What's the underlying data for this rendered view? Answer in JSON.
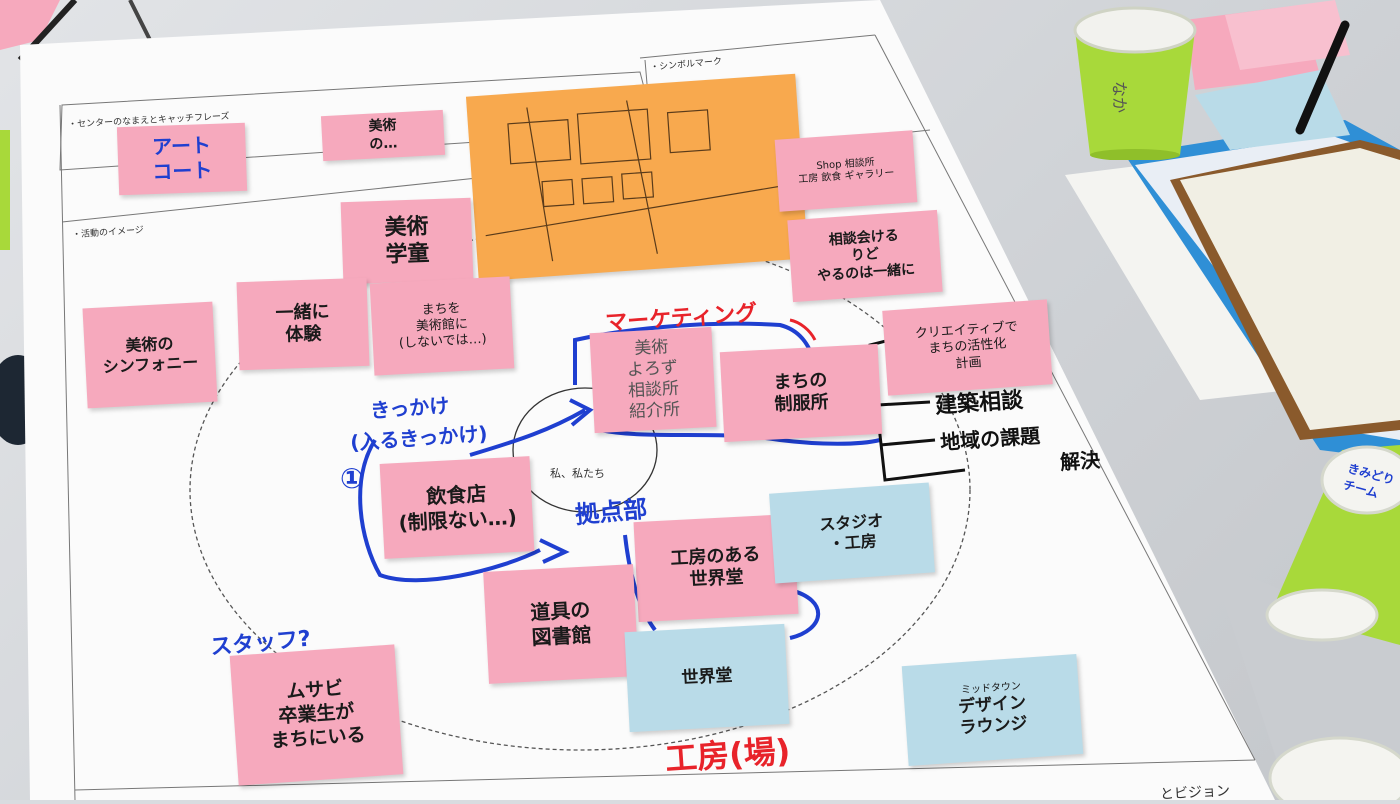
{
  "sections": {
    "symbol_mark": "・シンボルマーク",
    "center_name": "・センターのなまえとキャッチフレーズ",
    "activity_image": "・活動のイメージ",
    "vision_partial": "とビジョン"
  },
  "notes": {
    "art_court": "アート\nコート",
    "bijutsu_top": "美術\nの…",
    "bijutsu_gakudo": "美術\n学童",
    "issho_taiken": "一緒に\n体験",
    "machi_bijutsukan": "まちを\n美術館に\n(しないでは…)",
    "bijutsu_symphony": "美術の\nシンフォニー",
    "shop_map": "Shop 相談所\n工房 飲食 ギャラリー",
    "soudan_issho": "相談会ける\nりど\nやるのは一緒に",
    "creative": "クリエイティブで\nまちの活性化\n計画",
    "bijutsu_soudan": "美術\nよろず\n相談所\n紹介所",
    "machi_seifuku": "まちの\n制服所",
    "inshokuten": "飲食店\n(制限ない…)",
    "koubou_sekaido": "工房のある\n世界堂",
    "studio": "スタジオ\n・工房",
    "dougu_toshokan": "道具の\n図書館",
    "sekaido": "世界堂",
    "musabi": "ムサビ\n卒業生が\nまちにいる",
    "midtown_small": "ミッドタウン",
    "midtown_big": "デザイン\nラウンジ"
  },
  "writing": {
    "marketing": "マーケティング",
    "kikkake": "きっかけ",
    "hairu_kikkake": "(入るきっかけ)",
    "circle_one": "①",
    "watashi": "私、私たち",
    "kyoten": "拠点部",
    "staff": "スタッフ?",
    "koubou_ba": "工房(場)",
    "kenchiku": "建築相談",
    "chiiki": "地域の課題",
    "kaiketsu": "解決",
    "cup_left": "なか",
    "cup_right": "きみどり\nチーム"
  },
  "colors": {
    "pink": "#f6a9bd",
    "blue": "#b9dbe8",
    "orange": "#f8a94e",
    "marker_red": "#e8232a",
    "marker_blue": "#1f3fd0",
    "cup_green": "#a8d93a"
  }
}
